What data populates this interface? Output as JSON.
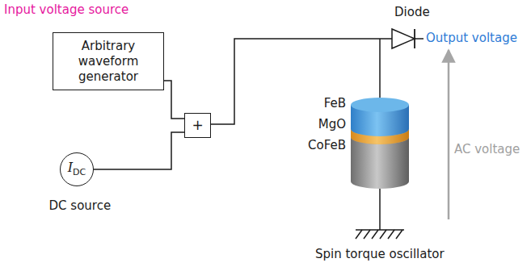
{
  "diagram": {
    "nodes": [
      {
        "text": [
          "Arbitrary waveform generator"
        ]
      },
      {
        "text": [
          "+"
        ]
      },
      {
        "text": [
          "I",
          "DC",
          "DC source"
        ]
      }
    ],
    "edges": [
      {
        "from": 0,
        "to": 1,
        "arrow": "none"
      },
      {
        "from": 2,
        "to": 1,
        "arrow": "none"
      }
    ],
    "labels": [
      "Input voltage source",
      "Diode",
      "Output voltage",
      "FeB",
      "MgO",
      "CoFeB",
      "AC voltage",
      "Spin torque oscillator"
    ]
  }
}
